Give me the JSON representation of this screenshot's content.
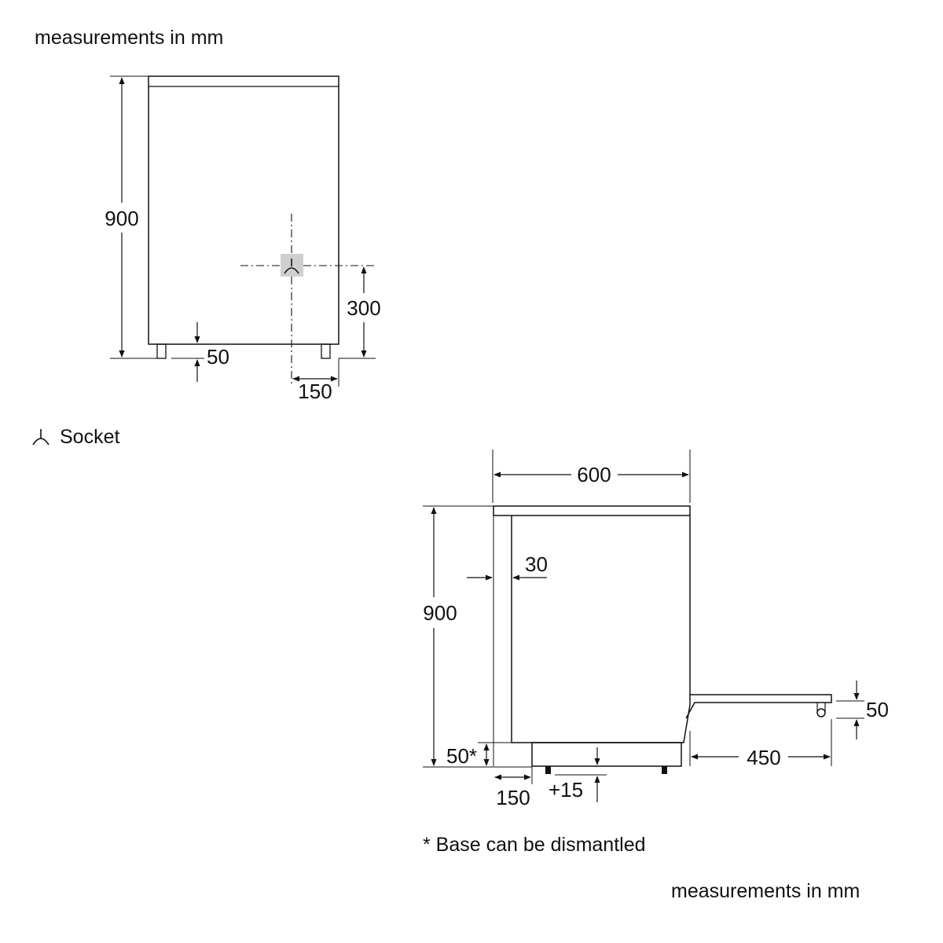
{
  "unit_note_top": "measurements in mm",
  "unit_note_bottom": "measurements in mm",
  "legend": {
    "symbol": "socket-symbol",
    "label": "Socket"
  },
  "front_view": {
    "height": "900",
    "socket_height": "300",
    "foot_height": "50",
    "socket_offset": "150"
  },
  "side_view": {
    "width": "600",
    "height": "900",
    "recess": "30",
    "base_height": "50*",
    "base_offset": "150",
    "adjust": "+15",
    "door_depth": "450",
    "door_height": "50"
  },
  "footnote": "* Base can be dismantled"
}
